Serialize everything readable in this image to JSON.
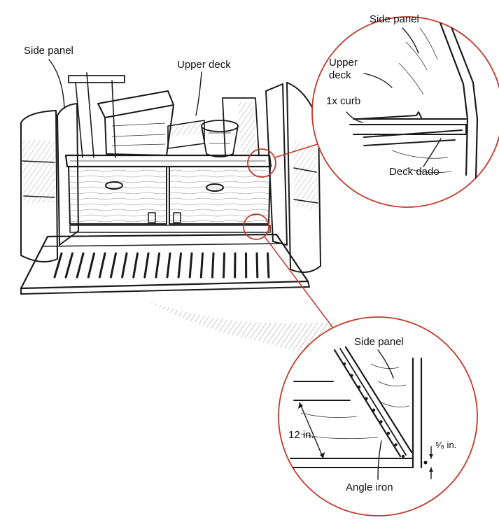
{
  "labels": {
    "side_panel_main": "Side panel",
    "upper_deck_main": "Upper deck",
    "detail_top_side_panel": "Side panel",
    "detail_top_upper_deck_line1": "Upper",
    "detail_top_upper_deck_line2": "deck",
    "detail_top_curb": "1x curb",
    "detail_top_dado": "Deck dado",
    "detail_bottom_side_panel": "Side panel",
    "detail_bottom_12in": "12 in.",
    "detail_bottom_angle_iron": "Angle iron",
    "detail_bottom_5_8": "⁵⁄₈ in."
  },
  "colors": {
    "ink": "#1a1a1a",
    "callout": "#c0392b",
    "background": "#ffffff"
  }
}
